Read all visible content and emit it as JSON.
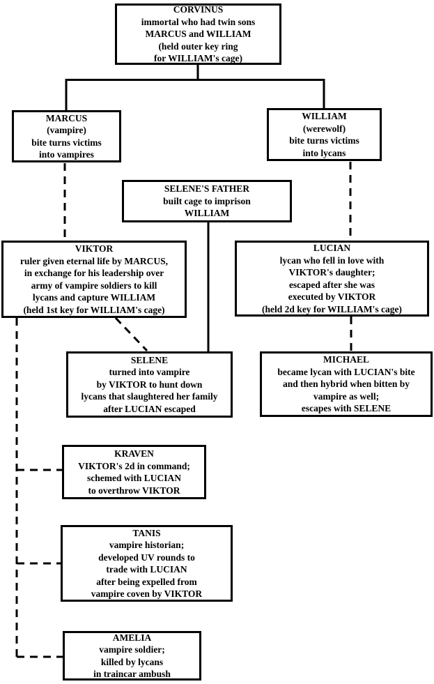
{
  "diagram": {
    "colors": {
      "background": "#ffffff",
      "line": "#000000",
      "text": "#000000"
    },
    "nodes": {
      "corvinus": {
        "title": "CORVINUS",
        "text": "CORVINUS\nimmortal who had twin sons\nMARCUS and WILLIAM\n(held outer key ring\nfor WILLIAM's cage)"
      },
      "marcus": {
        "title": "MARCUS",
        "text": "MARCUS\n(vampire)\nbite turns victims\ninto vampires"
      },
      "william": {
        "title": "WILLIAM",
        "text": "WILLIAM\n(werewolf)\nbite turns victims\ninto lycans"
      },
      "father": {
        "title": "SELENE'S FATHER",
        "text": "SELENE'S FATHER\nbuilt cage to imprison\nWILLIAM"
      },
      "viktor": {
        "title": "VIKTOR",
        "text": "VIKTOR\nruler given eternal life by MARCUS,\nin exchange for his leadership over\narmy of vampire soldiers to kill\nlycans and capture WILLIAM\n(held 1st key for WILLIAM's cage)"
      },
      "lucian": {
        "title": "LUCIAN",
        "text": "LUCIAN\nlycan who fell in love with\nVIKTOR's daughter;\nescaped after she was\nexecuted by VIKTOR\n(held 2d key for WILLIAM's cage)"
      },
      "selene": {
        "title": "SELENE",
        "text": "SELENE\nturned into vampire\nby VIKTOR to hunt down\nlycans that slaughtered her family\nafter LUCIAN escaped"
      },
      "michael": {
        "title": "MICHAEL",
        "text": "MICHAEL\nbecame lycan with LUCIAN's bite\nand then hybrid when bitten by\nvampire as well;\nescapes with SELENE"
      },
      "kraven": {
        "title": "KRAVEN",
        "text": "KRAVEN\nVIKTOR's 2d in command;\nschemed with LUCIAN\nto overthrow VIKTOR"
      },
      "tanis": {
        "title": "TANIS",
        "text": "TANIS\nvampire historian;\ndeveloped UV rounds to\ntrade with LUCIAN\nafter being expelled from\nvampire coven by VIKTOR"
      },
      "amelia": {
        "title": "AMELIA",
        "text": "AMELIA\nvampire soldier;\nkilled by lycans\nin traincar ambush"
      }
    },
    "edges": [
      {
        "from": "CORVINUS",
        "to": "MARCUS",
        "style": "solid"
      },
      {
        "from": "CORVINUS",
        "to": "WILLIAM",
        "style": "solid"
      },
      {
        "from": "MARCUS",
        "to": "VIKTOR",
        "style": "dashed"
      },
      {
        "from": "WILLIAM",
        "to": "LUCIAN",
        "style": "dashed"
      },
      {
        "from": "SELENE'S FATHER",
        "to": "SELENE",
        "style": "solid"
      },
      {
        "from": "VIKTOR",
        "to": "SELENE",
        "style": "dashed"
      },
      {
        "from": "LUCIAN",
        "to": "MICHAEL",
        "style": "dashed"
      },
      {
        "from": "VIKTOR",
        "to": "KRAVEN",
        "style": "dashed"
      },
      {
        "from": "VIKTOR",
        "to": "TANIS",
        "style": "dashed"
      },
      {
        "from": "VIKTOR",
        "to": "AMELIA",
        "style": "dashed"
      }
    ]
  }
}
